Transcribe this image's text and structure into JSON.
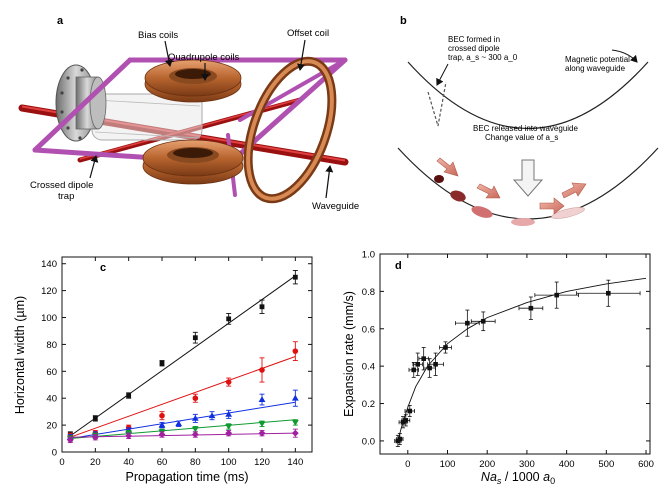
{
  "panels": {
    "a": "a",
    "b": "b",
    "c": "c",
    "d": "d"
  },
  "panel_a": {
    "bias_coils": "Bias coils",
    "quadrupole_coils": "Quadrupole coils",
    "offset_coil": "Offset coil",
    "crossed_dipole_1": "Crossed dipole",
    "crossed_dipole_2": "trap",
    "waveguide": "Waveguide"
  },
  "panel_b": {
    "bec_formed_1": "BEC formed in",
    "bec_formed_2": "crossed dipole",
    "bec_formed_3": "trap, a_s ~ 300 a_0",
    "magnetic_1": "Magnetic potential",
    "magnetic_2": "along waveguide",
    "released_1": "BEC released into waveguide",
    "released_2": "Change value of a_s"
  },
  "chart_data": [
    {
      "type": "scatter",
      "panel": "c",
      "xlabel": "Propagation time (ms)",
      "ylabel": "Horizontal width (µm)",
      "xlim": [
        0,
        150
      ],
      "ylim": [
        0,
        145
      ],
      "xticks": [
        0,
        20,
        40,
        60,
        80,
        100,
        120,
        140
      ],
      "yticks": [
        0,
        20,
        40,
        60,
        80,
        100,
        120,
        140
      ],
      "series": [
        {
          "color": "#111111",
          "marker": "square",
          "x": [
            5,
            20,
            40,
            60,
            80,
            100,
            120,
            140
          ],
          "y": [
            13,
            25,
            42,
            66,
            85,
            99,
            108,
            130
          ],
          "err": [
            2,
            2,
            2,
            2,
            4,
            4,
            5,
            5
          ],
          "fit": [
            [
              5,
              12
            ],
            [
              140,
              131
            ]
          ]
        },
        {
          "color": "#e01010",
          "marker": "circle",
          "x": [
            5,
            20,
            40,
            60,
            80,
            100,
            120,
            140
          ],
          "y": [
            12,
            14,
            18,
            27,
            40,
            52,
            61,
            75
          ],
          "err": [
            2,
            2,
            2,
            3,
            3,
            3,
            9,
            7
          ],
          "fit": [
            [
              5,
              11
            ],
            [
              140,
              71
            ]
          ]
        },
        {
          "color": "#1030e0",
          "marker": "triangle-up",
          "x": [
            5,
            20,
            40,
            60,
            70,
            80,
            90,
            100,
            120,
            140
          ],
          "y": [
            11,
            13,
            16,
            20,
            21,
            25,
            27,
            28,
            39,
            40
          ],
          "err": [
            2,
            2,
            2,
            2,
            2,
            3,
            3,
            3,
            4,
            6
          ],
          "fit": [
            [
              5,
              10
            ],
            [
              140,
              37
            ]
          ]
        },
        {
          "color": "#109a30",
          "marker": "triangle-down",
          "x": [
            5,
            20,
            40,
            60,
            80,
            100,
            120,
            140
          ],
          "y": [
            10,
            12,
            14,
            15,
            17,
            19,
            21,
            22
          ],
          "err": [
            2,
            2,
            2,
            2,
            2,
            2,
            2,
            2
          ],
          "fit": [
            [
              5,
              10
            ],
            [
              140,
              24
            ]
          ]
        },
        {
          "color": "#a020a0",
          "marker": "diamond",
          "x": [
            5,
            20,
            40,
            60,
            80,
            100,
            120,
            140
          ],
          "y": [
            9,
            11,
            12,
            13,
            13,
            14,
            14,
            14
          ],
          "err": [
            2,
            2,
            2,
            2,
            2,
            2,
            2,
            3
          ],
          "fit": [
            [
              5,
              11
            ],
            [
              140,
              14
            ]
          ]
        }
      ]
    },
    {
      "type": "scatter",
      "panel": "d",
      "xlabel": "Na_s / 1000 a_0",
      "ylabel": "Expansion rate (mm/s)",
      "xlim": [
        -70,
        610
      ],
      "ylim": [
        -0.07,
        1.0
      ],
      "xticks": [
        0,
        100,
        200,
        300,
        400,
        500,
        600
      ],
      "yticks": [
        0.0,
        0.2,
        0.4,
        0.6,
        0.8,
        1.0
      ],
      "series": [
        {
          "color": "#111111",
          "marker": "square",
          "x": [
            -25,
            -20,
            -12,
            -5,
            5,
            15,
            25,
            40,
            55,
            70,
            95,
            150,
            190,
            310,
            375,
            505
          ],
          "y": [
            0.0,
            0.01,
            0.1,
            0.11,
            0.16,
            0.38,
            0.41,
            0.44,
            0.39,
            0.41,
            0.5,
            0.63,
            0.64,
            0.71,
            0.78,
            0.79
          ],
          "xerr": [
            8,
            8,
            10,
            10,
            12,
            12,
            12,
            12,
            15,
            20,
            15,
            30,
            30,
            30,
            55,
            80
          ],
          "yerr": [
            0.03,
            0.03,
            0.03,
            0.03,
            0.03,
            0.04,
            0.06,
            0.06,
            0.05,
            0.06,
            0.03,
            0.07,
            0.05,
            0.06,
            0.07,
            0.07
          ]
        }
      ],
      "fit_curve": {
        "x": [
          -25,
          -15,
          0,
          20,
          50,
          100,
          150,
          200,
          300,
          400,
          500,
          600
        ],
        "y": [
          0.0,
          0.08,
          0.18,
          0.29,
          0.4,
          0.52,
          0.6,
          0.66,
          0.74,
          0.8,
          0.84,
          0.87
        ]
      }
    }
  ]
}
